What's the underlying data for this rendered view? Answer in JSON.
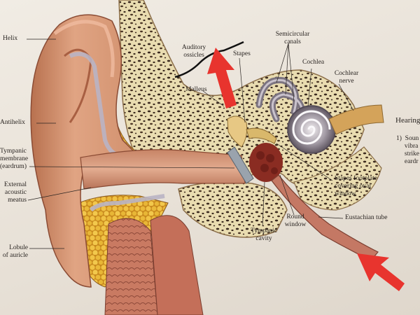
{
  "labels": {
    "helix": "Helix",
    "antihelix": "Antihelix",
    "tympanic_membrane": "Tympanic\nmembrane\n(eardrum)",
    "external_meatus": "External\nacoustic\nmeatus",
    "lobule": "Lobule\nof auricle",
    "auditory_ossicles": "Auditory\nossicles",
    "stapes": "Stapes",
    "malleus": "Malleus",
    "semicircular_canals": "Semicircular\ncanals",
    "cochlea": "Cochlea",
    "cochlear_nerve": "Cochlear\nnerve",
    "stapes_footplate": "Stapes footplate\ncovering oval\nwindow",
    "round_window": "Round\nwindow",
    "tympanic_cavity": "Tympanic\ncavity",
    "eustachian_tube": "Eustachian tube"
  },
  "side_panel": {
    "title": "Hearing",
    "item": "1)  Soun\n     vibra\n     strike\n     eardr"
  },
  "colors": {
    "background": "#ece6dc",
    "skin": "#d99a78",
    "bone": "#e8dcb0",
    "fat": "#e8b93a",
    "annotation_arrow": "#e8342e"
  },
  "icons": [
    "red-arrow-icon"
  ]
}
